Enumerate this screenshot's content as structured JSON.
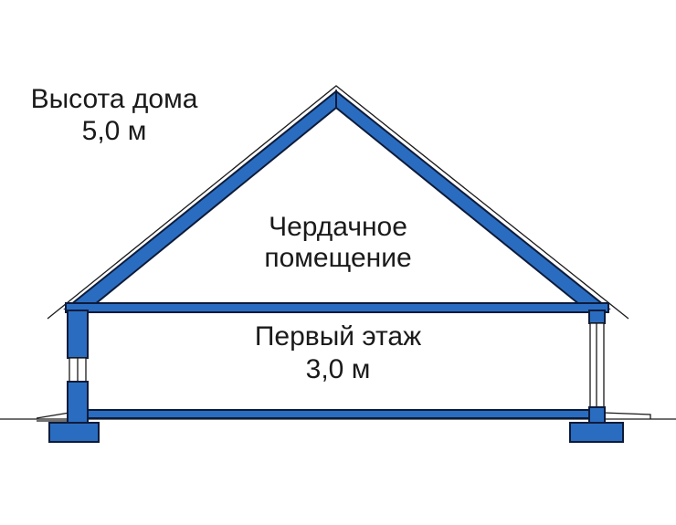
{
  "height_label": {
    "line1": "Высота дома",
    "line2": "5,0 м"
  },
  "attic_label": {
    "line1": "Чердачное",
    "line2": "помещение"
  },
  "floor_label": {
    "line1": "Первый этаж",
    "line2": "3,0 м"
  },
  "colors": {
    "structure": "#2a6dc0",
    "outline": "#0d1b3a",
    "background": "#ffffff"
  }
}
